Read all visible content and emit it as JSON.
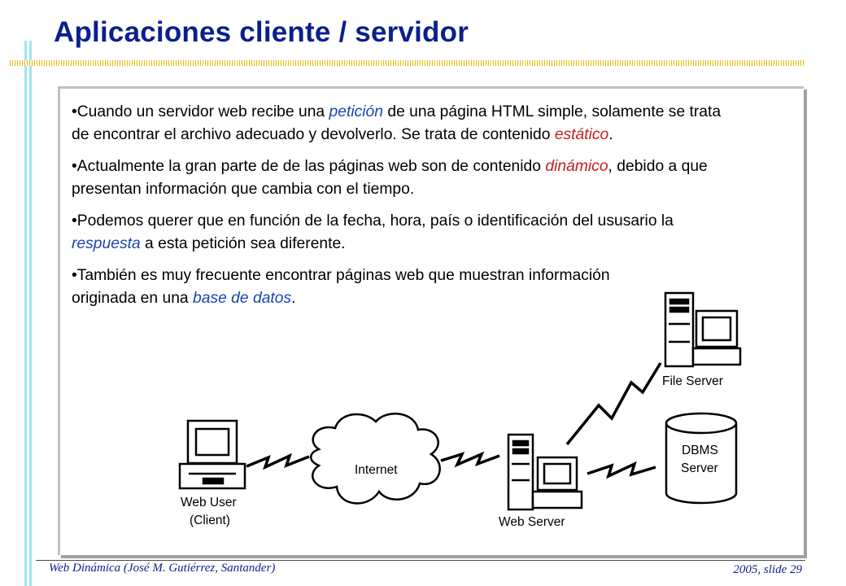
{
  "slide": {
    "title": "Aplicaciones cliente / servidor",
    "colors": {
      "title": "#0b1f8c",
      "highlight_blue": "#1a44b3",
      "highlight_red": "#c41d1d",
      "accent_bar": "#9ee6f0",
      "stripe": "#e6b800"
    }
  },
  "bullets": [
    {
      "prefix": "•Cuando un servidor web recibe una ",
      "highlight": "petición",
      "suffix": " de una página HTML simple, solamente se trata de encontrar el archivo adecuado y devolverlo. Se trata de contenido ",
      "highlight2": "estático",
      "suffix2": "."
    },
    {
      "prefix": "•Actualmente la gran parte de de las páginas web son de contenido ",
      "highlight": "dinámico",
      "suffix": ", debido a que presentan información que cambia con el tiempo."
    },
    {
      "prefix": "•Podemos querer que en función de la fecha, hora, país o identificación del ususario la ",
      "highlight": "respuesta",
      "suffix": " a esta petición sea diferente."
    },
    {
      "prefix": "•También es muy frecuente encontrar páginas web que muestran información originada en una ",
      "highlight": "base de datos",
      "suffix": "."
    }
  ],
  "diagram": {
    "client_label_1": "Web User",
    "client_label_2": "(Client)",
    "cloud_label": "Internet",
    "web_server_label": "Web Server",
    "file_server_label": "File Server",
    "dbms_label_1": "DBMS",
    "dbms_label_2": "Server",
    "icons": [
      "desktop-computer-icon",
      "cloud-icon",
      "server-tower-icon",
      "database-cylinder-icon",
      "lightning-link-icon"
    ]
  },
  "footer": {
    "left": "Web Dinámica (José M. Gutiérrez, Santander)",
    "right": "2005, slide 29"
  }
}
